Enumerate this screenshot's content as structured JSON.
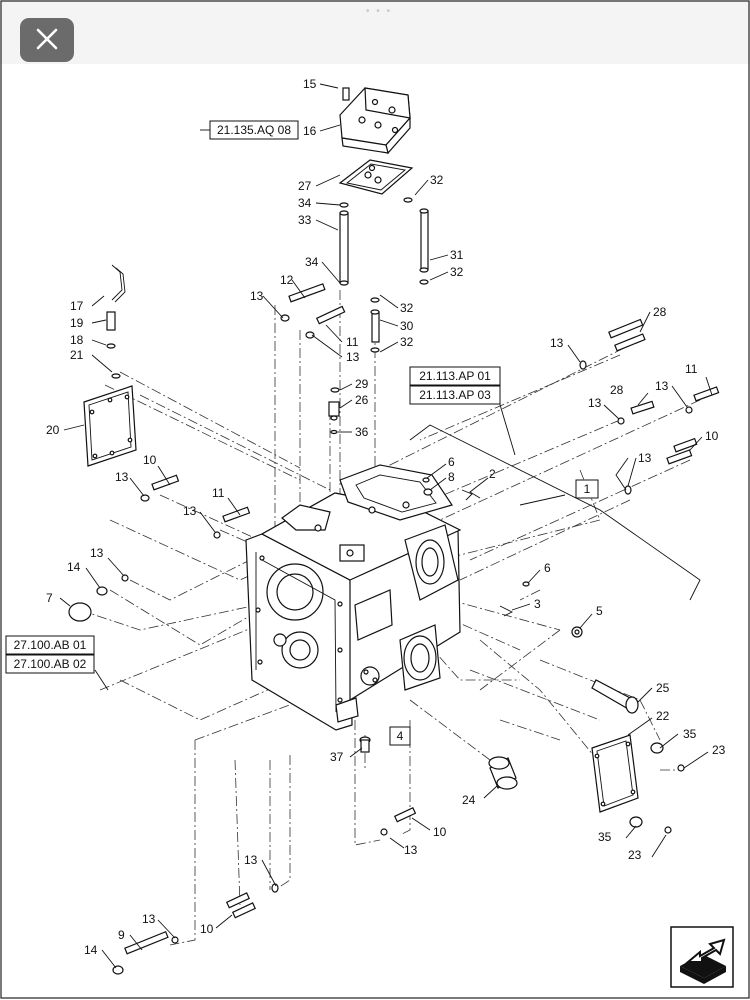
{
  "toolbar": {
    "close_icon": "close-icon",
    "dots": "• • •"
  },
  "navigation": {
    "next_icon": "arrow-page-icon"
  },
  "refs": {
    "r1": "21.135.AQ 08",
    "r2": "21.113.AP 01",
    "r3": "21.113.AP 03",
    "r4": "27.100.AB 01",
    "r5": "27.100.AB 02"
  },
  "boxed": {
    "b1": "1",
    "b4": "4"
  },
  "callouts": {
    "c15": "15",
    "c16": "16",
    "c27": "27",
    "c34a": "34",
    "c33": "33",
    "c34b": "34",
    "c32a": "32",
    "c31": "31",
    "c32b": "32",
    "c32c": "32",
    "c30": "30",
    "c32d": "32",
    "c17": "17",
    "c19": "19",
    "c18": "18",
    "c21": "21",
    "c20": "20",
    "c13a": "13",
    "c12": "12",
    "c11a": "11",
    "c13b": "13",
    "c29": "29",
    "c26": "26",
    "c36": "36",
    "c13c": "13",
    "c28a": "28",
    "c28b": "28",
    "c13d": "13",
    "c11b": "11",
    "c13e": "13",
    "c10a": "10",
    "c13f": "13",
    "c13g": "13",
    "c10b": "10",
    "c11c": "11",
    "c13h": "13",
    "c13i": "13",
    "c14a": "14",
    "c6a": "6",
    "c8": "8",
    "c2": "2",
    "c7": "7",
    "c6b": "6",
    "c3": "3",
    "c5": "5",
    "c25": "25",
    "c22": "22",
    "c35a": "35",
    "c23a": "23",
    "c37": "37",
    "c24": "24",
    "c10c": "10",
    "c13j": "13",
    "c35b": "35",
    "c23b": "23",
    "c13k": "13",
    "c13l": "13",
    "c9": "9",
    "c10d": "10",
    "c14b": "14"
  }
}
